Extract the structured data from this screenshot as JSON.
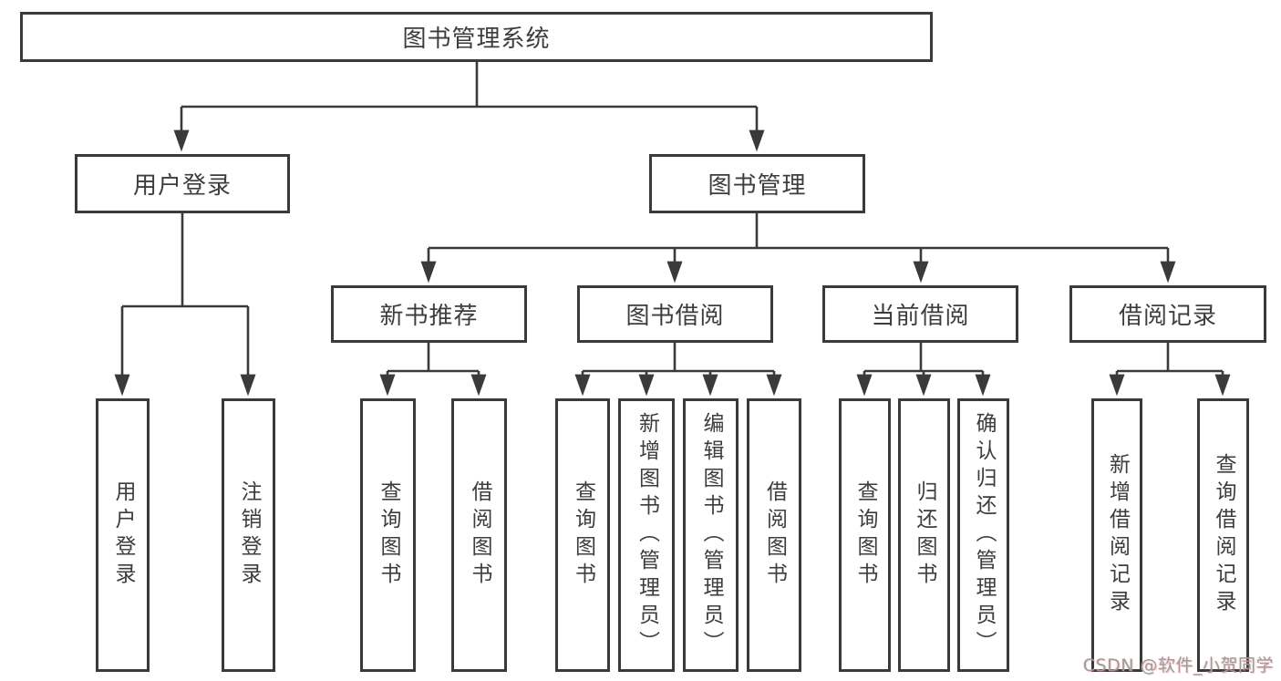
{
  "tree": {
    "root": {
      "label": "图书管理系统"
    },
    "branches": [
      {
        "label": "用户登录",
        "children": [
          {
            "label": "用户登录"
          },
          {
            "label": "注销登录"
          }
        ]
      },
      {
        "label": "图书管理",
        "groups": [
          {
            "label": "新书推荐",
            "children": [
              {
                "label": "查询图书"
              },
              {
                "label": "借阅图书"
              }
            ]
          },
          {
            "label": "图书借阅",
            "children": [
              {
                "label": "查询图书"
              },
              {
                "label": "新增图书（管理员）"
              },
              {
                "label": "编辑图书（管理员）"
              },
              {
                "label": "借阅图书"
              }
            ]
          },
          {
            "label": "当前借阅",
            "children": [
              {
                "label": "查询图书"
              },
              {
                "label": "归还图书"
              },
              {
                "label": "确认归还（管理员）"
              }
            ]
          },
          {
            "label": "借阅记录",
            "children": [
              {
                "label": "新增借阅记录"
              },
              {
                "label": "查询借阅记录"
              }
            ]
          }
        ]
      }
    ]
  },
  "watermark": {
    "text": "CSDN @软件_小贺同学"
  },
  "colors": {
    "line": "#3a3a3a",
    "text": "#3d3d3d",
    "background": "#ffffff",
    "watermark": "#9c9c9c"
  }
}
